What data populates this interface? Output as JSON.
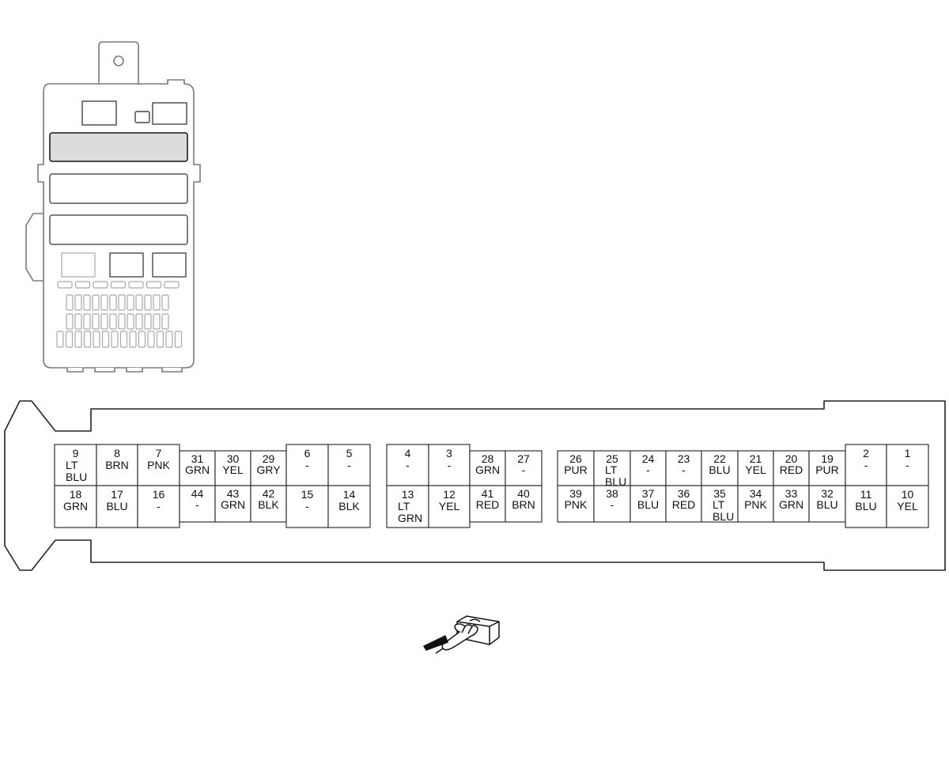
{
  "connector": {
    "groups": [
      {
        "name": "left",
        "cells": [
          {
            "num": "9",
            "color": "LT BLU"
          },
          {
            "num": "8",
            "color": "BRN"
          },
          {
            "num": "7",
            "color": "PNK"
          },
          {
            "num": "31",
            "color": "GRN"
          },
          {
            "num": "30",
            "color": "YEL"
          },
          {
            "num": "29",
            "color": "GRY"
          },
          {
            "num": "6",
            "color": "-"
          },
          {
            "num": "5",
            "color": "-"
          },
          {
            "num": "18",
            "color": "GRN"
          },
          {
            "num": "17",
            "color": "BLU"
          },
          {
            "num": "16",
            "color": "-"
          },
          {
            "num": "44",
            "color": "-"
          },
          {
            "num": "43",
            "color": "GRN"
          },
          {
            "num": "42",
            "color": "BLK"
          },
          {
            "num": "15",
            "color": "-"
          },
          {
            "num": "14",
            "color": "BLK"
          }
        ]
      },
      {
        "name": "middle",
        "cells": [
          {
            "num": "4",
            "color": "-"
          },
          {
            "num": "3",
            "color": "-"
          },
          {
            "num": "28",
            "color": "GRN"
          },
          {
            "num": "27",
            "color": "-"
          },
          {
            "num": "13",
            "color": "LT GRN"
          },
          {
            "num": "12",
            "color": "YEL"
          },
          {
            "num": "41",
            "color": "RED"
          },
          {
            "num": "40",
            "color": "BRN"
          }
        ]
      },
      {
        "name": "right",
        "cells": [
          {
            "num": "26",
            "color": "PUR"
          },
          {
            "num": "25",
            "color": "LT BLU"
          },
          {
            "num": "24",
            "color": "-"
          },
          {
            "num": "23",
            "color": "-"
          },
          {
            "num": "22",
            "color": "BLU"
          },
          {
            "num": "21",
            "color": "YEL"
          },
          {
            "num": "20",
            "color": "RED"
          },
          {
            "num": "19",
            "color": "PUR"
          },
          {
            "num": "2",
            "color": "-"
          },
          {
            "num": "1",
            "color": "-"
          },
          {
            "num": "39",
            "color": "PNK"
          },
          {
            "num": "38",
            "color": "-"
          },
          {
            "num": "37",
            "color": "BLU"
          },
          {
            "num": "36",
            "color": "RED"
          },
          {
            "num": "35",
            "color": "LT BLU"
          },
          {
            "num": "34",
            "color": "PNK"
          },
          {
            "num": "33",
            "color": "GRN"
          },
          {
            "num": "32",
            "color": "BLU"
          },
          {
            "num": "11",
            "color": "BLU"
          },
          {
            "num": "10",
            "color": "YEL"
          }
        ]
      }
    ]
  },
  "icons": {
    "fuse_box": "fuse-box-locator-icon",
    "connector_view": "terminal-side-view-icon"
  }
}
